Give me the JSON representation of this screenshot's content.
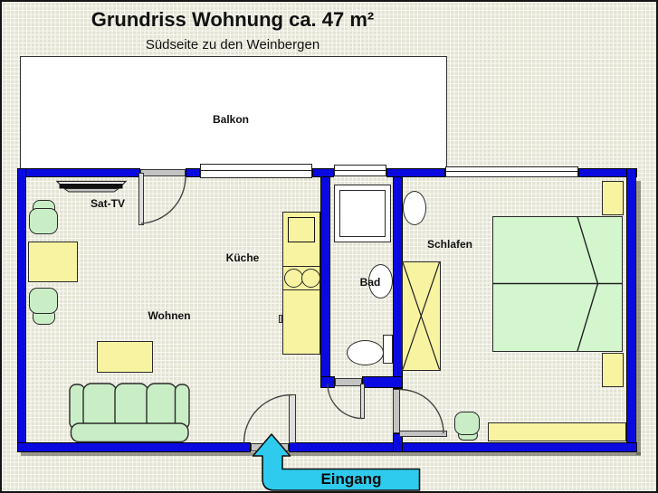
{
  "title": "Grundriss Wohnung ca. 47 m²",
  "subtitle": "Südseite zu den Weinbergen",
  "rooms": {
    "balcony": "Balkon",
    "living": "Wohnen",
    "kitchen": "Küche",
    "bath": "Bad",
    "bedroom": "Schlafen"
  },
  "annotations": {
    "sat_tv": "Sat-TV",
    "entrance": "Eingang"
  },
  "colors": {
    "wall": "#0a0ae0",
    "door": "#c3c3c3",
    "leaf": "#dedede",
    "yellow": "#f7f3a1",
    "green": "#c9eec6",
    "bed_green": "#d4f6cf",
    "cyan": "#2ecbee",
    "paper": "#e4e4d5"
  }
}
